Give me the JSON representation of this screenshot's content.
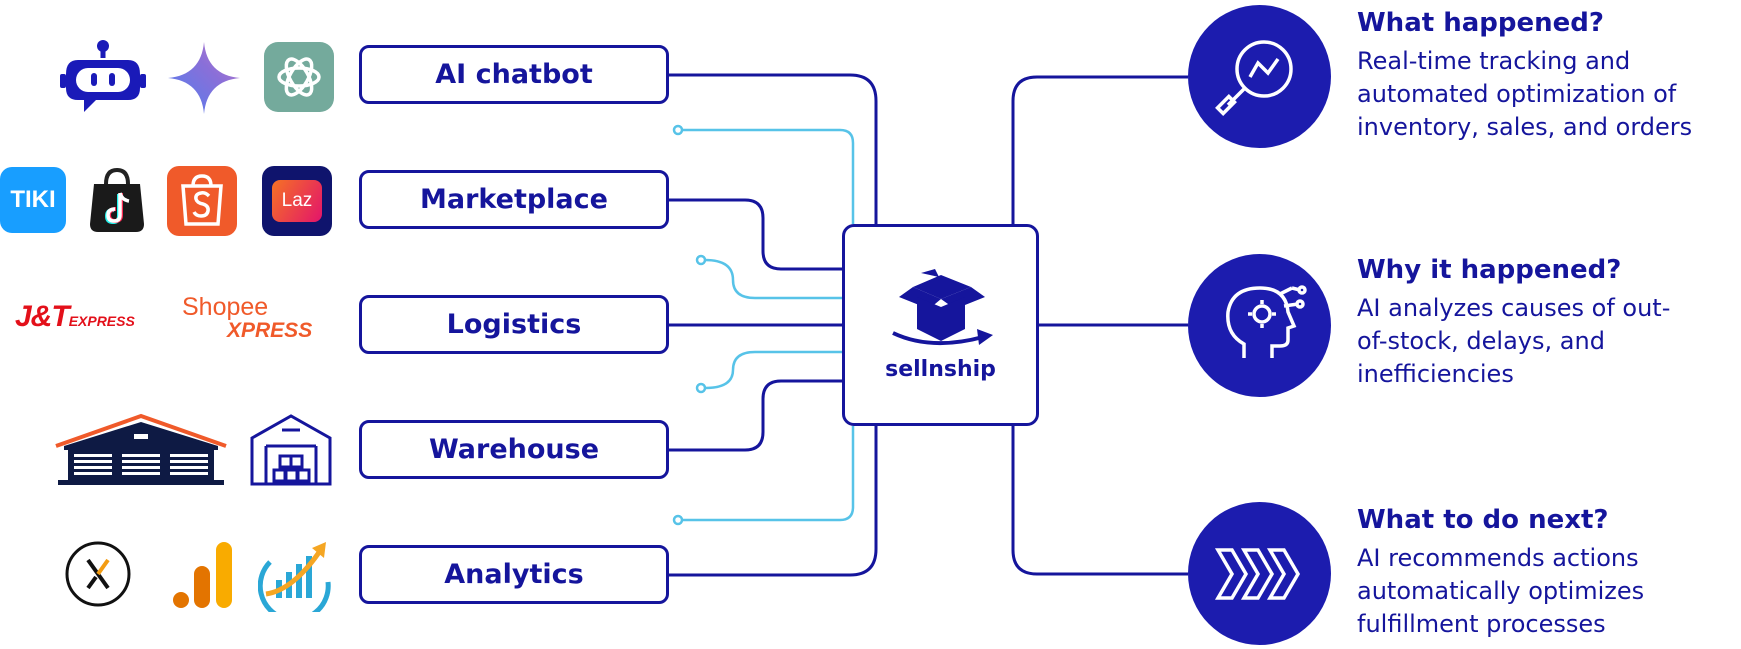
{
  "colors": {
    "primary": "#15159c",
    "circle": "#1c1cae",
    "secondary_line": "#57c3e8"
  },
  "sources": [
    {
      "label": "AI chatbot",
      "icons": [
        "robot-icon",
        "sparkle-icon",
        "openai-icon"
      ]
    },
    {
      "label": "Marketplace",
      "icons": [
        "tiki-logo",
        "tiktok-shop-logo",
        "shopee-logo",
        "lazada-logo"
      ]
    },
    {
      "label": "Logistics",
      "icons": [
        "jt-express-logo",
        "shopee-xpress-logo"
      ]
    },
    {
      "label": "Warehouse",
      "icons": [
        "warehouse-building-icon",
        "warehouse-outline-icon"
      ]
    },
    {
      "label": "Analytics",
      "icons": [
        "x-logo",
        "google-analytics-icon",
        "growth-chart-icon"
      ]
    }
  ],
  "hub": {
    "label": "sellnship",
    "icon": "open-box-icon"
  },
  "logos": {
    "tiki": "TIKI",
    "lazada": "Laz",
    "jt_main": "J&T",
    "jt_sub": "EXPRESS",
    "shopee_x_top": "Shopee",
    "shopee_x_bottom": "XPRESS"
  },
  "outputs": [
    {
      "title": "What happened?",
      "lines": [
        "Real-time tracking and",
        "automated optimization of",
        "inventory, sales, and orders"
      ],
      "icon": "magnifier-chart-icon"
    },
    {
      "title": "Why it happened?",
      "lines": [
        "AI analyzes causes of out-",
        "of-stock, delays, and",
        "inefficiencies"
      ],
      "icon": "head-gear-icon"
    },
    {
      "title": "What to do next?",
      "lines": [
        "AI recommends actions",
        "automatically optimizes",
        "fulfillment processes"
      ],
      "icon": "forward-chevrons-icon"
    }
  ]
}
